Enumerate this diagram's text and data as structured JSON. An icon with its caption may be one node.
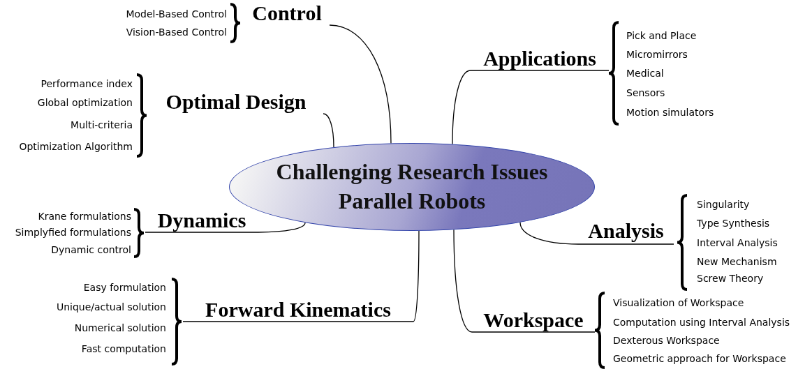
{
  "diagram": {
    "nodes": [
      {
        "text": [
          "Challenging Research Issues Parallel Robots"
        ]
      },
      {
        "text": [
          "Control"
        ],
        "beside": [
          "Model-Based Control",
          "Vision-Based Control"
        ]
      },
      {
        "text": [
          "Applications"
        ],
        "beside": [
          "Pick and Place",
          "Micromirrors",
          "Medical",
          "Sensors",
          "Motion simulators"
        ]
      },
      {
        "text": [
          "Optimal Design"
        ],
        "beside": [
          "Performance index",
          "Global optimization",
          "Multi-criteria",
          "Optimization Algorithm"
        ]
      },
      {
        "text": [
          "Analysis"
        ],
        "beside": [
          "Singularity",
          "Type Synthesis",
          "Interval Analysis",
          "New Mechanism",
          "Screw Theory"
        ]
      },
      {
        "text": [
          "Dynamics"
        ],
        "beside": [
          "Krane formulations",
          "Simplyfied formulations",
          "Dynamic control"
        ]
      },
      {
        "text": [
          "Forward Kinematics"
        ],
        "beside": [
          "Easy formulation",
          "Unique/actual solution",
          "Numerical solution",
          "Fast computation"
        ]
      },
      {
        "text": [
          "Workspace"
        ],
        "beside": [
          "Visualization of Workspace",
          "Computation using Interval Analysis",
          "Dexterous Workspace",
          "Geometric approach for Workspace"
        ]
      }
    ],
    "edges": [
      {
        "from": 0,
        "to": 1,
        "arrow": "none"
      },
      {
        "from": 0,
        "to": 2,
        "arrow": "none"
      },
      {
        "from": 0,
        "to": 3,
        "arrow": "none"
      },
      {
        "from": 0,
        "to": 4,
        "arrow": "none"
      },
      {
        "from": 0,
        "to": 5,
        "arrow": "none"
      },
      {
        "from": 0,
        "to": 6,
        "arrow": "none"
      },
      {
        "from": 0,
        "to": 7,
        "arrow": "none"
      }
    ]
  }
}
